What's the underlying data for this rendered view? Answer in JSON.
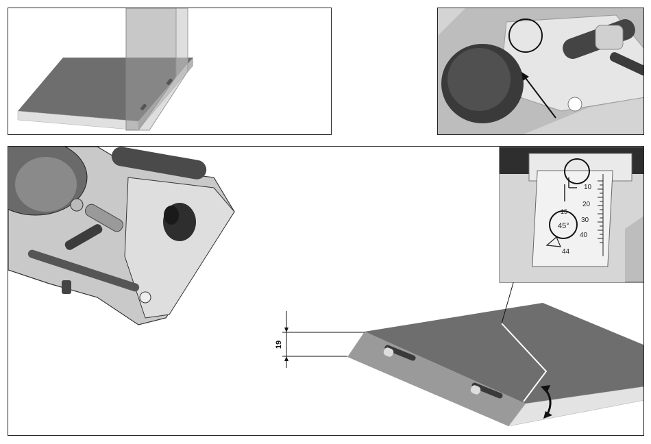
{
  "colors": {
    "board_top": "#6e6e6e",
    "board_edge": "#9a9a9a",
    "board_light": "#d9d9d9",
    "machine_dark": "#3c3c3c",
    "machine_mid": "#8c8c8c",
    "machine_light": "#c8c8c8",
    "outline": "#222222"
  },
  "dimension": {
    "value": "19"
  },
  "scale": {
    "ticks": [
      "10",
      "20",
      "30",
      "40"
    ],
    "bottom_label": "44",
    "marker_top": "15",
    "angle_label": "45°"
  },
  "icons": [
    "rotate-arrows-icon",
    "pointer-arrow-icon",
    "highlight-circle-icon"
  ]
}
